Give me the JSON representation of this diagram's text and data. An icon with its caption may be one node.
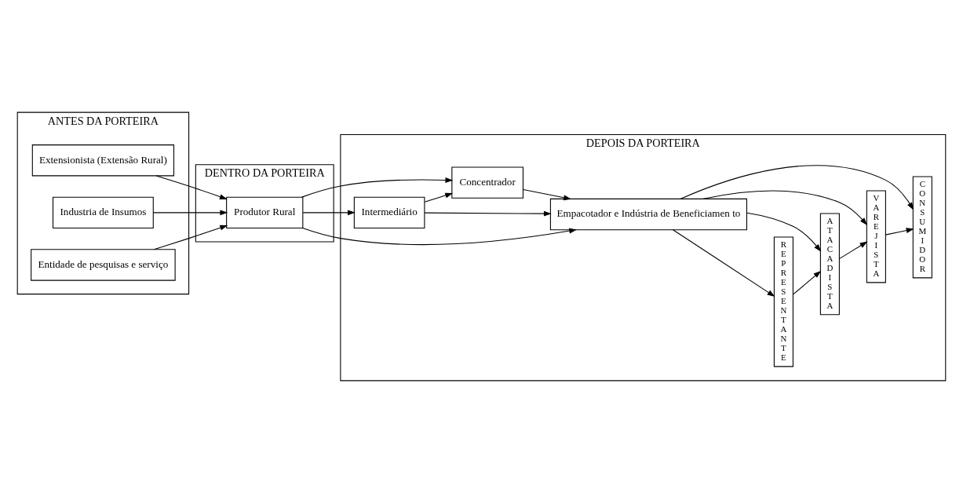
{
  "diagram": {
    "nodes": [
      {
        "text": [
          "ANTES DA PORTEIRA"
        ]
      },
      {
        "text": [
          "DENTRO DA PORTEIRA"
        ]
      },
      {
        "text": [
          "DEPOIS DA PORTEIRA"
        ]
      },
      {
        "text": [
          "Extensionista (Extensão Rural)"
        ],
        "in": 0
      },
      {
        "text": [
          "Industria de Insumos"
        ],
        "in": 0
      },
      {
        "text": [
          "Entidade de pesquisas e serviço"
        ],
        "in": 0
      },
      {
        "text": [
          "Produtor Rural"
        ],
        "in": 1
      },
      {
        "text": [
          "Concentrador"
        ],
        "in": 2
      },
      {
        "text": [
          "Intermediário"
        ],
        "in": 2
      },
      {
        "text": [
          "Empacotador e Indústria de Beneficiamen to"
        ],
        "in": 2
      },
      {
        "text": [
          "REPRESENTANTE"
        ],
        "in": 2
      },
      {
        "text": [
          "ATACADISTA"
        ],
        "in": 2
      },
      {
        "text": [
          "VAREJISTA"
        ],
        "in": 2
      },
      {
        "text": [
          "CONSUMIDOR"
        ],
        "in": 2
      }
    ],
    "edges": [
      {
        "from": 3,
        "to": 6,
        "arrow": "to"
      },
      {
        "from": 4,
        "to": 6,
        "arrow": "to"
      },
      {
        "from": 5,
        "to": 6,
        "arrow": "to"
      },
      {
        "from": 6,
        "to": 7,
        "arrow": "to"
      },
      {
        "from": 6,
        "to": 8,
        "arrow": "to"
      },
      {
        "from": 6,
        "to": 9,
        "arrow": "to"
      },
      {
        "from": 8,
        "to": 7,
        "arrow": "to"
      },
      {
        "from": 8,
        "to": 9,
        "arrow": "to"
      },
      {
        "from": 7,
        "to": 9,
        "arrow": "to"
      },
      {
        "from": 9,
        "to": 10,
        "arrow": "to"
      },
      {
        "from": 9,
        "to": 11,
        "arrow": "to"
      },
      {
        "from": 9,
        "to": 12,
        "arrow": "to"
      },
      {
        "from": 9,
        "to": 13,
        "arrow": "to"
      },
      {
        "from": 10,
        "to": 11,
        "arrow": "to"
      },
      {
        "from": 11,
        "to": 12,
        "arrow": "to"
      },
      {
        "from": 12,
        "to": 13,
        "arrow": "to"
      }
    ]
  }
}
